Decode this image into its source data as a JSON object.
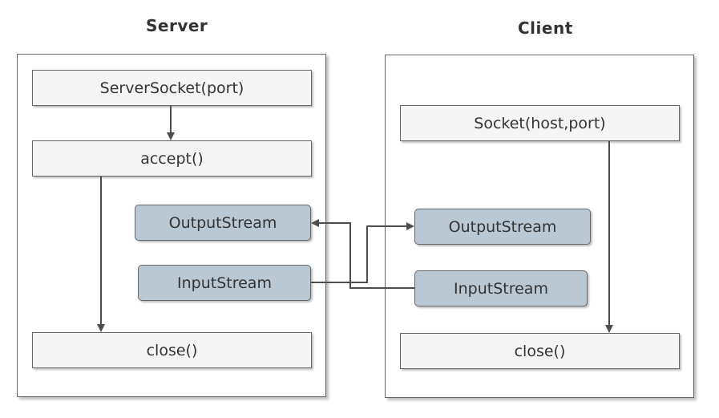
{
  "server": {
    "title": "Server",
    "server_socket": "ServerSocket(port)",
    "accept": "accept()",
    "output_stream": "OutputStream",
    "input_stream": "InputStream",
    "close": "close()"
  },
  "client": {
    "title": "Client",
    "socket": "Socket(host,port)",
    "output_stream": "OutputStream",
    "input_stream": "InputStream",
    "close": "close()"
  },
  "colors": {
    "panel_border": "#666666",
    "box_fill": "#f5f5f5",
    "stream_fill": "#bac8d3",
    "connector": "#4d4d4d"
  }
}
